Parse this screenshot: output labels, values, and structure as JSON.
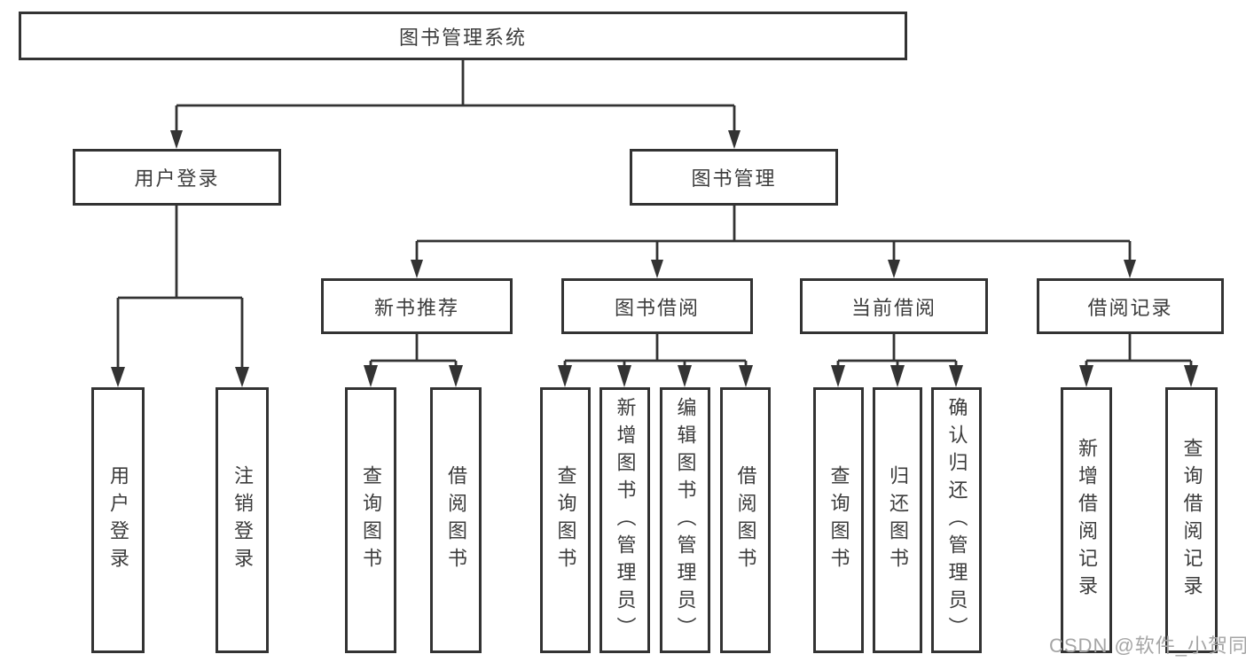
{
  "diagram": {
    "root_label": "图书管理系统",
    "level2": [
      {
        "label": "用户登录",
        "children": [
          "用户登录",
          "注销登录"
        ]
      },
      {
        "label": "图书管理"
      }
    ],
    "level3": [
      {
        "label": "新书推荐",
        "children": [
          "查询图书",
          "借阅图书"
        ]
      },
      {
        "label": "图书借阅",
        "children": [
          "查询图书",
          "新增图书（管理员）",
          "编辑图书（管理员）",
          "借阅图书"
        ]
      },
      {
        "label": "当前借阅",
        "children": [
          "查询图书",
          "归还图书",
          "确认归还（管理员）"
        ]
      },
      {
        "label": "借阅记录",
        "children": [
          "新增借阅记录",
          "查询借阅记录"
        ]
      }
    ]
  },
  "watermark": "CSDN @软件_小贺同学"
}
